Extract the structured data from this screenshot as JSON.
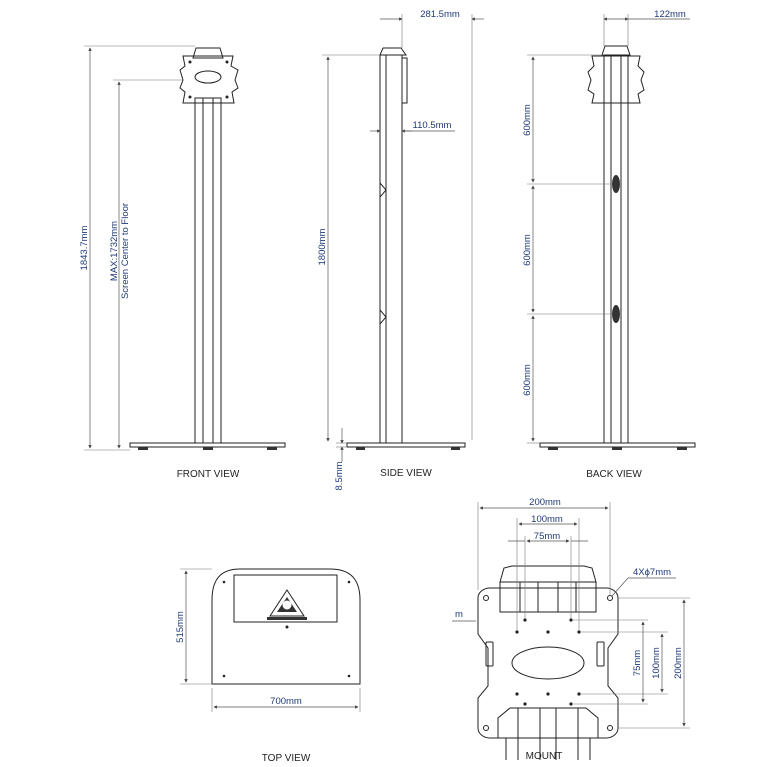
{
  "views": {
    "front": "FRONT VIEW",
    "side": "SIDE VIEW",
    "back": "BACK VIEW",
    "top": "TOP VIEW",
    "mount": "MOUNT"
  },
  "dims": {
    "front_total": "1843.7mm",
    "front_max_1": "MAX:1732mm",
    "front_max_2": "Screen Center to Floor",
    "side_depth": "281.5mm",
    "side_pole": "110.5mm",
    "side_height": "1800mm",
    "side_base": "8.5mm",
    "back_width": "122mm",
    "back_seg1": "600mm",
    "back_seg2": "600mm",
    "back_seg3": "600mm",
    "top_depth": "515mm",
    "top_width": "700mm",
    "mount_200h": "200mm",
    "mount_100h": "100mm",
    "mount_75h": "75mm",
    "mount_holes": "4Xϕ7mm",
    "mount_m": "m",
    "mount_75v": "75mm",
    "mount_100v": "100mm",
    "mount_200v": "200mm"
  },
  "colors": {
    "dimension_text": "#1f3a78",
    "line": "#222222"
  }
}
